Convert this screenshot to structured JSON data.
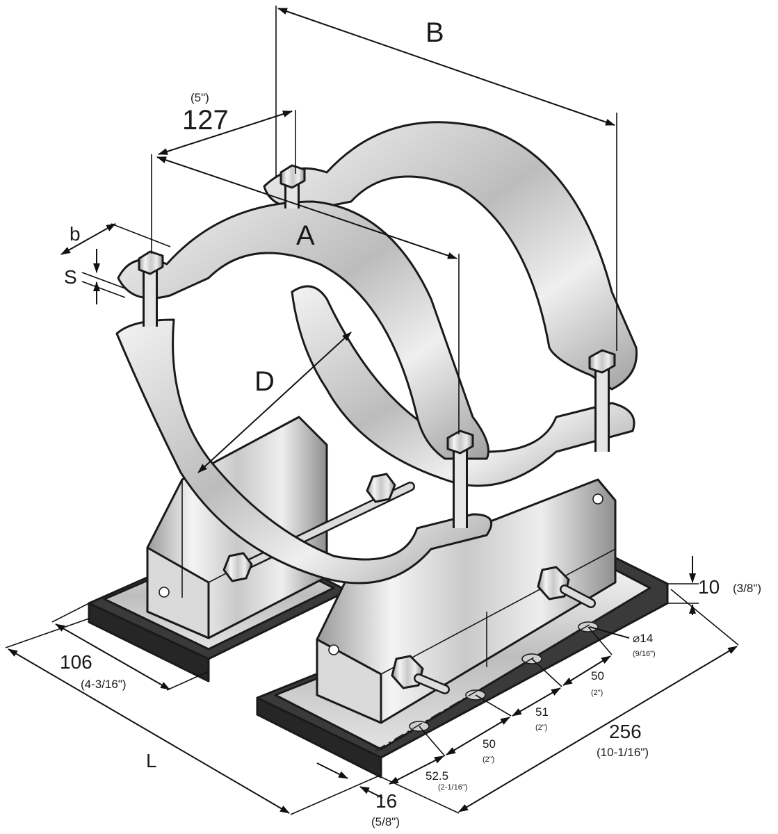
{
  "dimensions": {
    "B": "B",
    "A": "A",
    "D": "D",
    "b": "b",
    "S": "S",
    "L": "L",
    "clamp_spacing": "127",
    "clamp_spacing_in": "(5\")",
    "base_width": "106",
    "base_width_in": "(4-3/16\")",
    "base_length": "256",
    "base_length_in": "(10-1/16\")",
    "plate_thickness": "10",
    "plate_thickness_in": "(3/8\")",
    "hole_diameter": "⌀14",
    "hole_diameter_in": "(9/16\")",
    "pitch_1": "50",
    "pitch_1_in": "(2\")",
    "pitch_2": "51",
    "pitch_2_in": "(2\")",
    "pitch_3": "50",
    "pitch_3_in": "(2\")",
    "edge_distance": "52.5",
    "edge_distance_in": "(2-1/16\")",
    "edge_offset": "16",
    "edge_offset_in": "(5/8\")"
  },
  "colors": {
    "steel_light": "#f2f2f2",
    "steel_mid": "#c8c8c8",
    "steel_dark": "#8a8a8a",
    "pad": "#3a3a3a",
    "line": "#111111"
  }
}
